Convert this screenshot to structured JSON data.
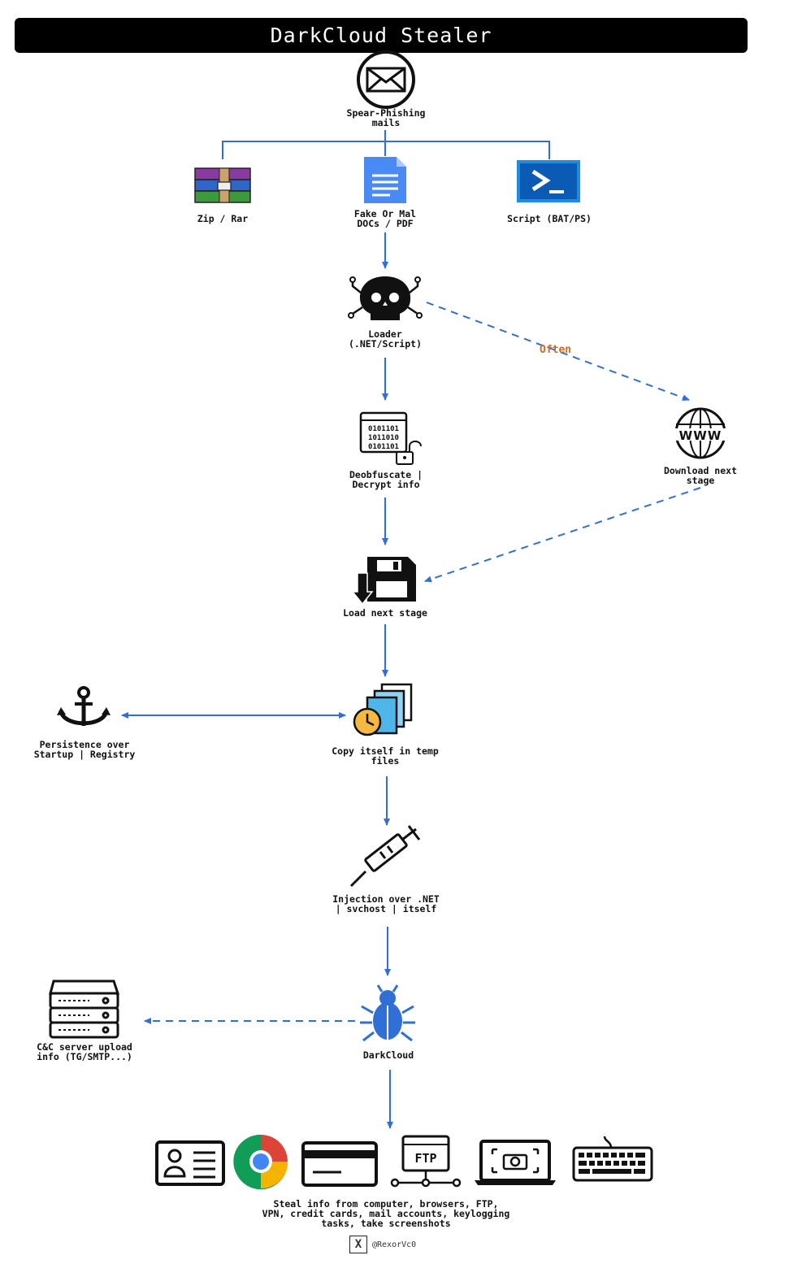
{
  "title": "DarkCloud Stealer",
  "nodes": {
    "spear_phishing": "Spear-Phishing\nmails",
    "zip_rar": "Zip / Rar",
    "fake_docs": "Fake Or Mal\nDOCs / PDF",
    "script": "Script (BAT/PS)",
    "loader": "Loader\n(.NET/Script)",
    "deobfuscate": "Deobfuscate |\nDecrypt info",
    "download_next": "Download next\nstage",
    "load_next": "Load next stage",
    "persistence": "Persistence over\nStartup | Registry",
    "copy_itself": "Copy itself in temp\nfiles",
    "injection": "Injection over .NET\n| svchost | itself",
    "darkcloud": "DarkCloud",
    "cnc": "C&C server upload\ninfo (TG/SMTP...)",
    "steal_info": "Steal info from computer, browsers, FTP,\nVPN, credit cards, mail accounts, keylogging\ntasks, take screenshots"
  },
  "edge_labels": {
    "often": "Often"
  },
  "ftp_text": "FTP",
  "binary_lines": [
    "0101101",
    "1011010",
    "0101101"
  ],
  "credit": "@RexorVc0",
  "colors": {
    "arrow": "#2f6fd6",
    "accent": "#d2691e",
    "doc_blue": "#4a8af4",
    "ps_blue": "#1e8de0"
  },
  "icons": [
    "envelope-icon",
    "winrar-icon",
    "document-icon",
    "powershell-icon",
    "skull-circuit-icon",
    "binary-lock-icon",
    "www-globe-icon",
    "floppy-download-icon",
    "anchor-icon",
    "copy-clock-icon",
    "syringe-icon",
    "bug-icon",
    "server-icon",
    "id-card-icon",
    "chrome-icon",
    "credit-card-icon",
    "ftp-icon",
    "screenshot-icon",
    "keyboard-icon",
    "x-logo-icon"
  ]
}
